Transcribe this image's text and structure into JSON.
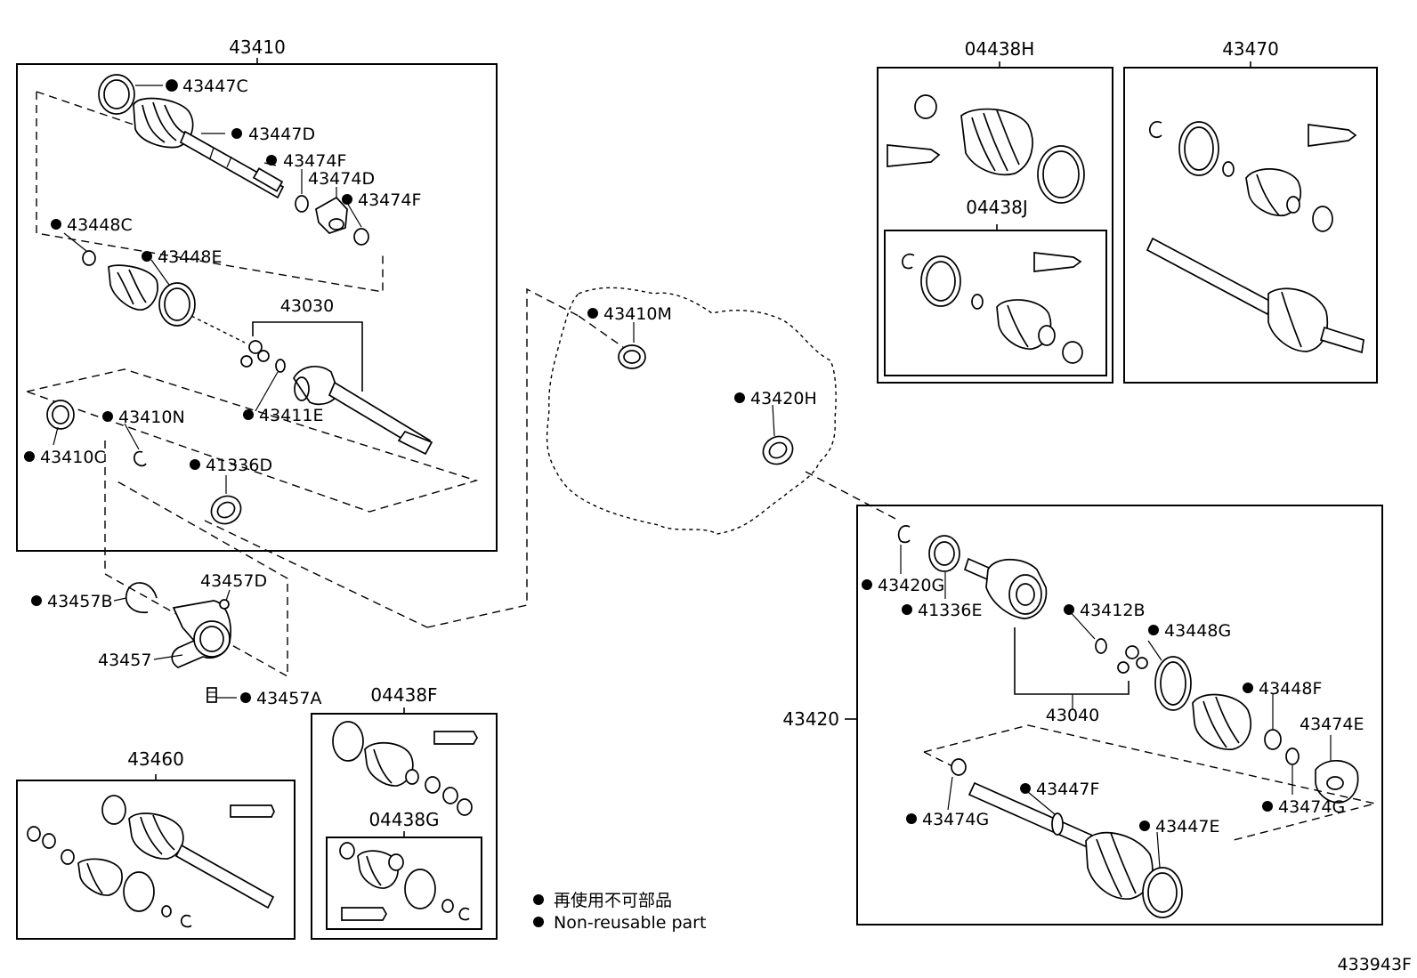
{
  "assemblies": {
    "a43410": "43410",
    "a04438H": "04438H",
    "a04438J": "04438J",
    "a43470": "43470",
    "a43460": "43460",
    "a04438F": "04438F",
    "a04438G": "04438G",
    "a43420": "43420",
    "a43030": "43030",
    "a43040": "43040",
    "a43457": "43457"
  },
  "parts": {
    "p43447C": "43447C",
    "p43447D": "43447D",
    "p43474F_a": "43474F",
    "p43474D": "43474D",
    "p43474F_b": "43474F",
    "p43448C": "43448C",
    "p43448E": "43448E",
    "p43411E": "43411E",
    "p43410N": "43410N",
    "p43410C": "43410C",
    "p41336D": "41336D",
    "p43457B": "43457B",
    "p43457D": "43457D",
    "p43457A": "43457A",
    "p43410M": "43410M",
    "p43420H": "43420H",
    "p43420G": "43420G",
    "p41336E": "41336E",
    "p43412B": "43412B",
    "p43448G": "43448G",
    "p43448F": "43448F",
    "p43474E": "43474E",
    "p43474G_a": "43474G",
    "p43474G_b": "43474G",
    "p43447F": "43447F",
    "p43447E": "43447E"
  },
  "legend": {
    "line1": "再使用不可部品",
    "line2": "Non-reusable part"
  },
  "figure_id": "433943F",
  "colors": {
    "ink": "#000000",
    "background": "#ffffff"
  }
}
